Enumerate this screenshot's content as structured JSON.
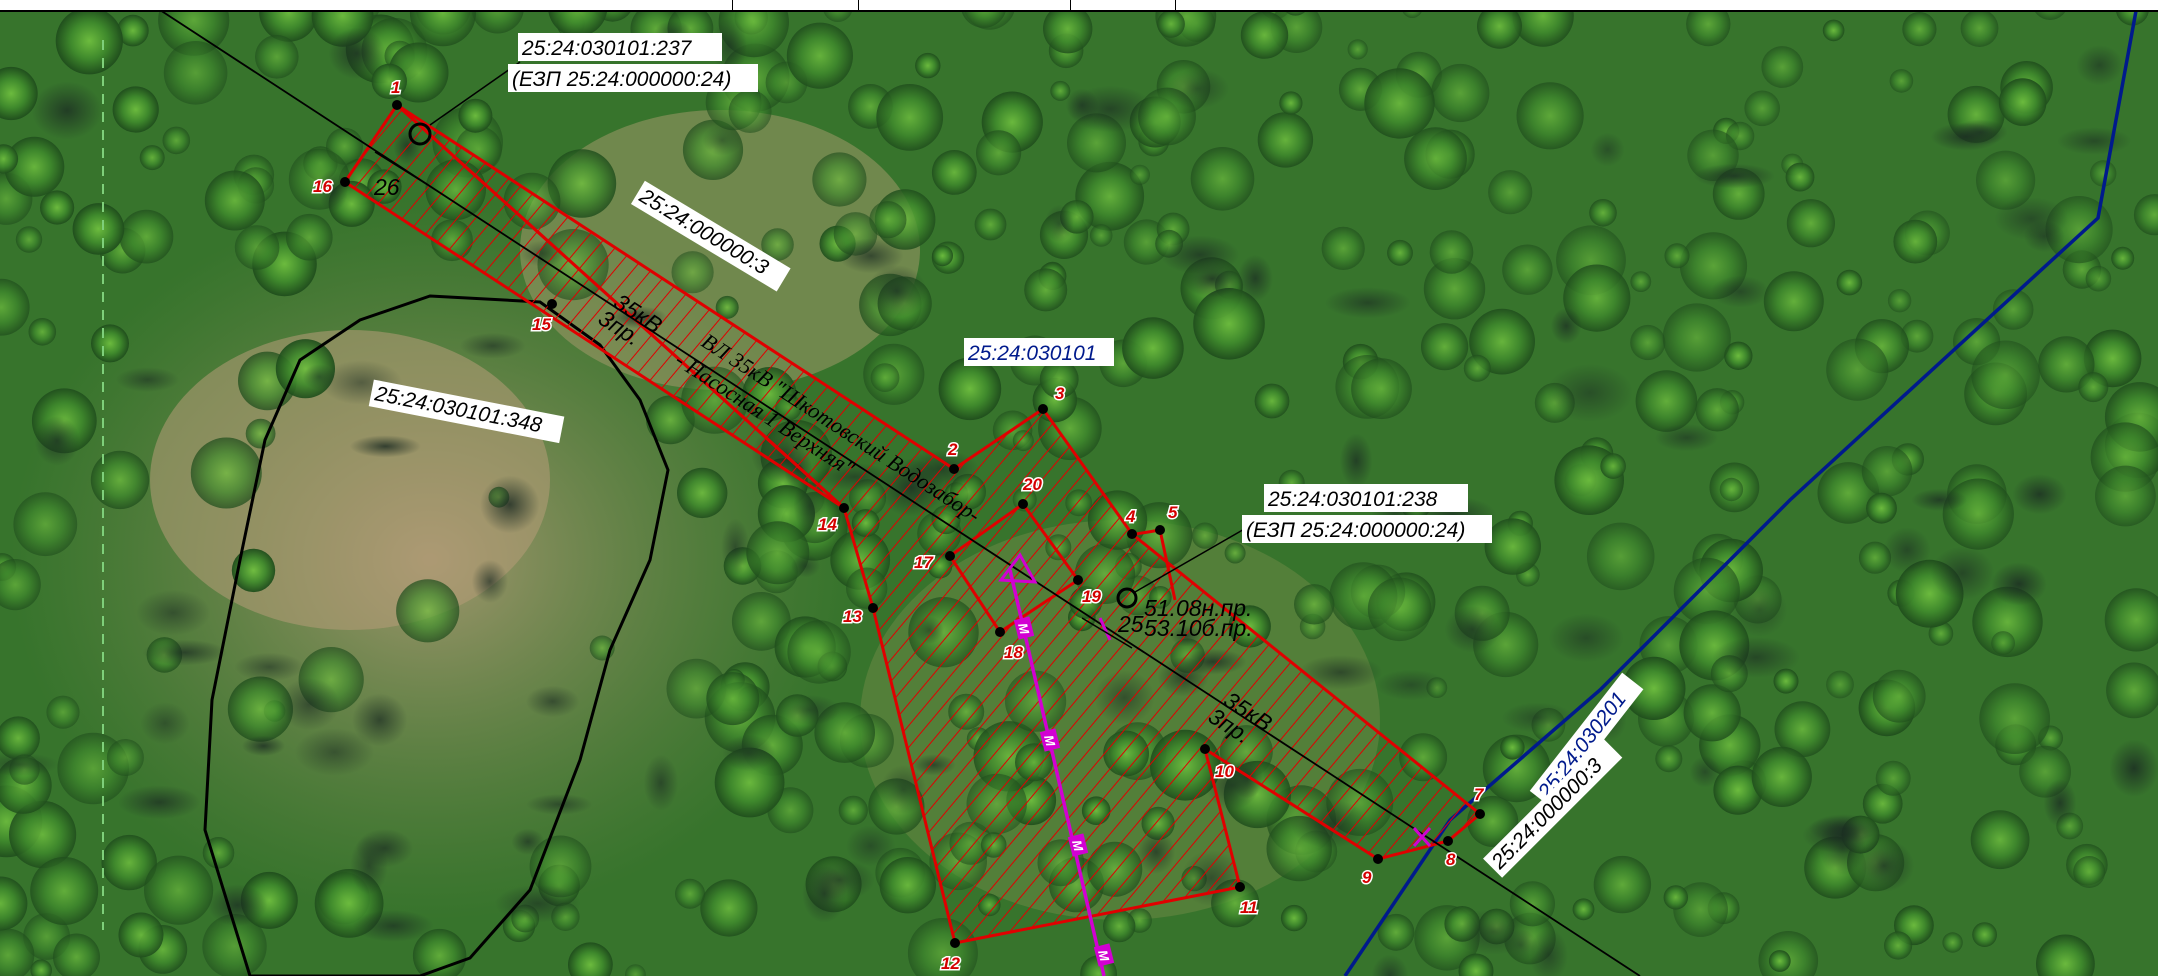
{
  "points": [
    {
      "n": "1"
    },
    {
      "n": "2"
    },
    {
      "n": "3"
    },
    {
      "n": "4"
    },
    {
      "n": "5"
    },
    {
      "n": "7"
    },
    {
      "n": "8"
    },
    {
      "n": "9"
    },
    {
      "n": "10"
    },
    {
      "n": "11"
    },
    {
      "n": "12"
    },
    {
      "n": "13"
    },
    {
      "n": "14"
    },
    {
      "n": "15"
    },
    {
      "n": "16"
    },
    {
      "n": "17"
    },
    {
      "n": "18"
    },
    {
      "n": "19"
    },
    {
      "n": "20"
    }
  ],
  "labels": {
    "parcel_237": "25:24:030101:237",
    "ezp_1": "(ЕЗП 25:24:000000:24)",
    "parcel_238": "25:24:030101:238",
    "ezp_2": "(ЕЗП 25:24:000000:24)",
    "road_top": "25:24:000000:3",
    "quarter_030101": "25:24:030101",
    "parcel_348": "25:24:030101:348",
    "quarter_030201": "25:24:030201",
    "road_bottom": "25:24:000000:3",
    "span_left": "26",
    "line_name_1": "ВЛ 35кВ \"Шкотовский Водозабор-",
    "line_name_2": "- Насосная 1 Верхняя\"",
    "kv_top_1": "35кВ",
    "kv_top_2": "3пр.",
    "kv_bot_1": "35кВ",
    "kv_bot_2": "3пр.",
    "measure_1": "51.08н.пр.",
    "measure_2": "25",
    "measure_3": "53.10б.пр.",
    "pipe_mark": "М"
  },
  "colors": {
    "parcel": "#e00000",
    "quarter_boundary": "#001a8c",
    "pipeline": "#d200d2",
    "area_boundary": "#000000",
    "power_line": "#000000"
  }
}
